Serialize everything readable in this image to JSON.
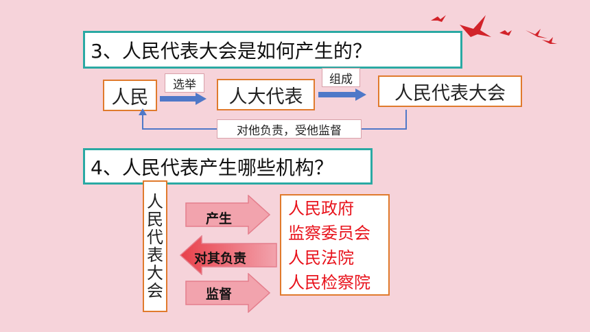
{
  "colors": {
    "background": "#f6d3da",
    "question_border": "#2aa9a3",
    "box_border": "#e07a2c",
    "flow_arrow": "#4f78c8",
    "accent_red": "#e8131c",
    "arrow_fill": "#f2a3ad"
  },
  "q3": {
    "title": "3、人民代表大会是如何产生的？",
    "people": "人民",
    "elect_label": "选举",
    "deputies": "人大代表",
    "form_label": "组成",
    "congress": "人民代表大会",
    "feedback_label": "对他负责，受他监督"
  },
  "q4": {
    "title": "4、人民代表产生哪些机构？",
    "congress_vertical": [
      "人",
      "民",
      "代",
      "表",
      "大",
      "会"
    ],
    "arrow_produce": "产生",
    "arrow_responsible": "对其负责",
    "arrow_supervise": "监督",
    "organs": [
      "人民政府",
      "监察委员会",
      "人民法院",
      "人民检察院"
    ]
  },
  "decoration_icons": [
    "bird-icon",
    "bird-icon",
    "bird-icon",
    "bird-icon"
  ]
}
